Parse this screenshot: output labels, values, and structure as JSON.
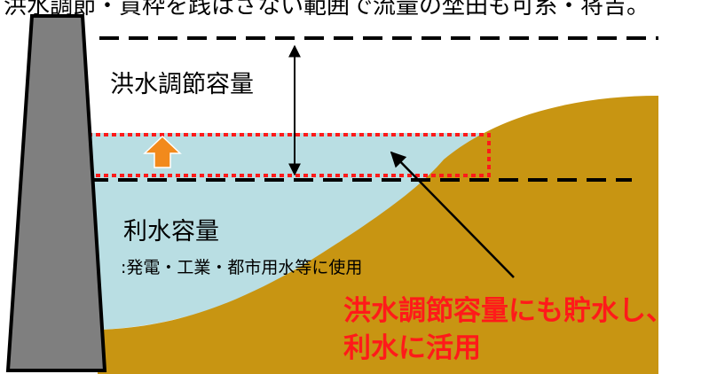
{
  "diagram": {
    "top_caption": "洪水調節・貢枠を践はさない範囲で流量の埜田も可糸・将吉。",
    "flood_control_label": "洪水調節容量",
    "water_use_label": "利水容量",
    "water_use_note": ":発電・工業・都市用水等に使用",
    "callout_line1": "洪水調節容量にも貯水し、",
    "callout_line2": "利水に活用"
  },
  "colors": {
    "dam": "#7f7f7f",
    "water": "#b9dee3",
    "ground": "#c89512",
    "highlight_box": "#ff1a1a",
    "arrow_up": "#f28a1c",
    "callout_text": "#ff1a1a"
  }
}
